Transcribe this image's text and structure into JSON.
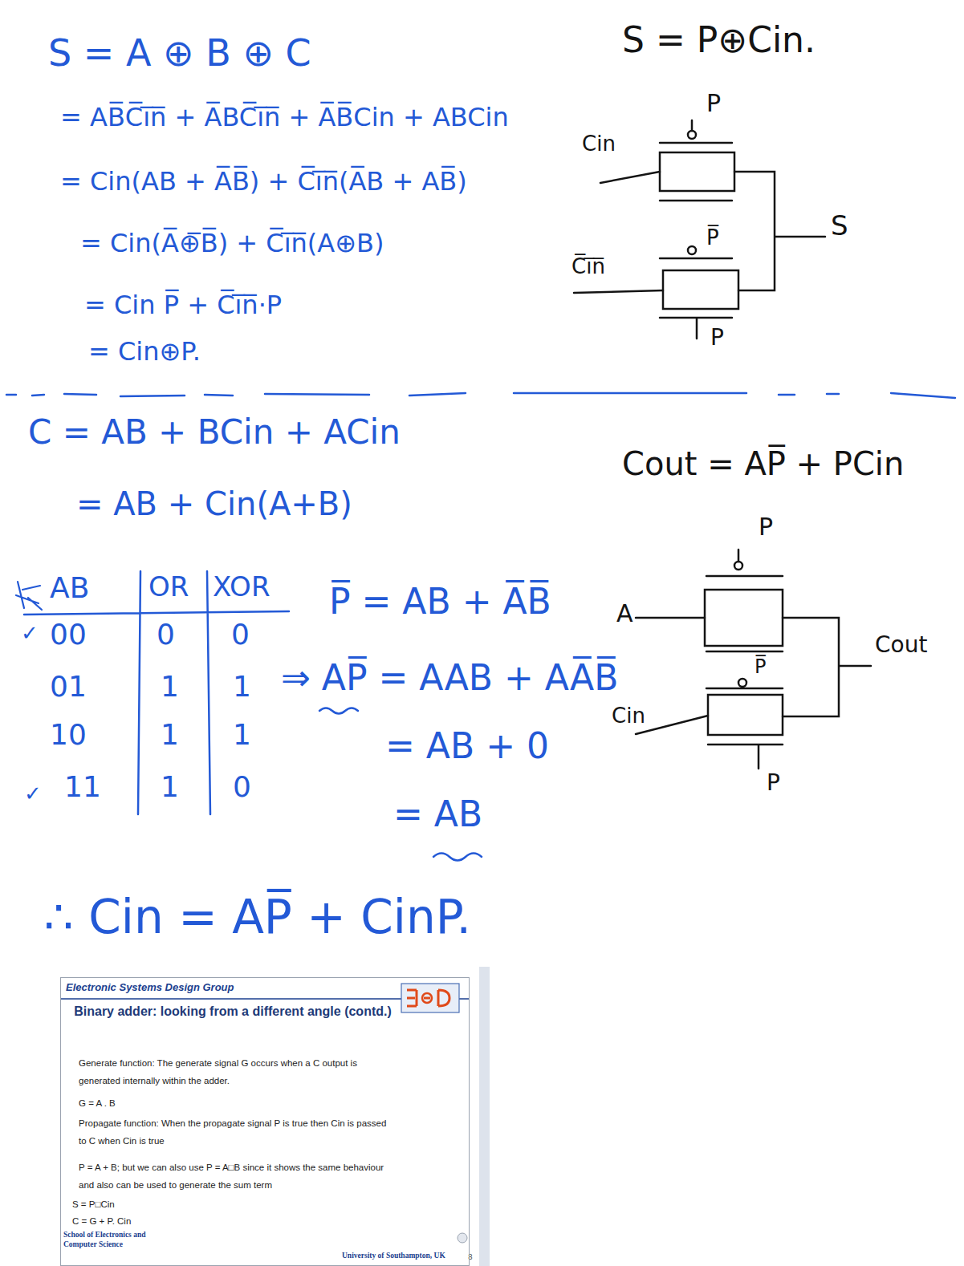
{
  "diagram": {
    "nodes": [
      {
        "text": [
          "Electronic Systems Design Group",
          "Binary adder: looking from a different angle (contd.)",
          "Generate function: The generate signal G occurs when a C output is generated internally within the adder.",
          "G = A . B",
          "Propagate function: When the propagate signal P is true then Cin is passed to C when Cin is true",
          "P = A + B; but we can also use P = A□B since it shows the same behaviour and also can be used to generate the sum term",
          "S = P□Cin",
          "C = G + P. Cin",
          "School of Electronics and Computer Science",
          "University of Southampton, UK"
        ]
      }
    ],
    "labels": [
      "S = A ⊕ B ⊕ C",
      "= AB̅C̅i̅n̅ + A̅BC̅i̅n̅ + A̅B̅Cin + ABCin",
      "= Cin(AB + A̅B̅) + C̅i̅n̅(A̅B + AB̅)",
      "= Cin(A̅⊕̅B̅) + C̅i̅n̅(A⊕B)",
      "= Cin P̅ + C̅i̅n̅·P",
      "= Cin⊕P.",
      "S = P⊕Cin.",
      "P",
      "Cin",
      "P̅",
      "C̅i̅n̅",
      "P",
      "S",
      "C = AB + BCin + ACin",
      "= AB + Cin(A+B)",
      "AB",
      "OR",
      "XOR",
      "✓",
      "00",
      "0",
      "0",
      "01",
      "1",
      "1",
      "10",
      "1",
      "1",
      "✓",
      "11",
      "1",
      "0",
      "P̅ = AB + A̅B̅",
      "⇒ AP̅ = AAB + AA̅B̅",
      "= AB + 0",
      "= AB",
      "∴ Cin = AP̅ + CinP.",
      "Cout = AP̅ + PCin",
      "P",
      "A",
      "P̅",
      "Cin",
      "P",
      "Cout",
      "8"
    ]
  }
}
